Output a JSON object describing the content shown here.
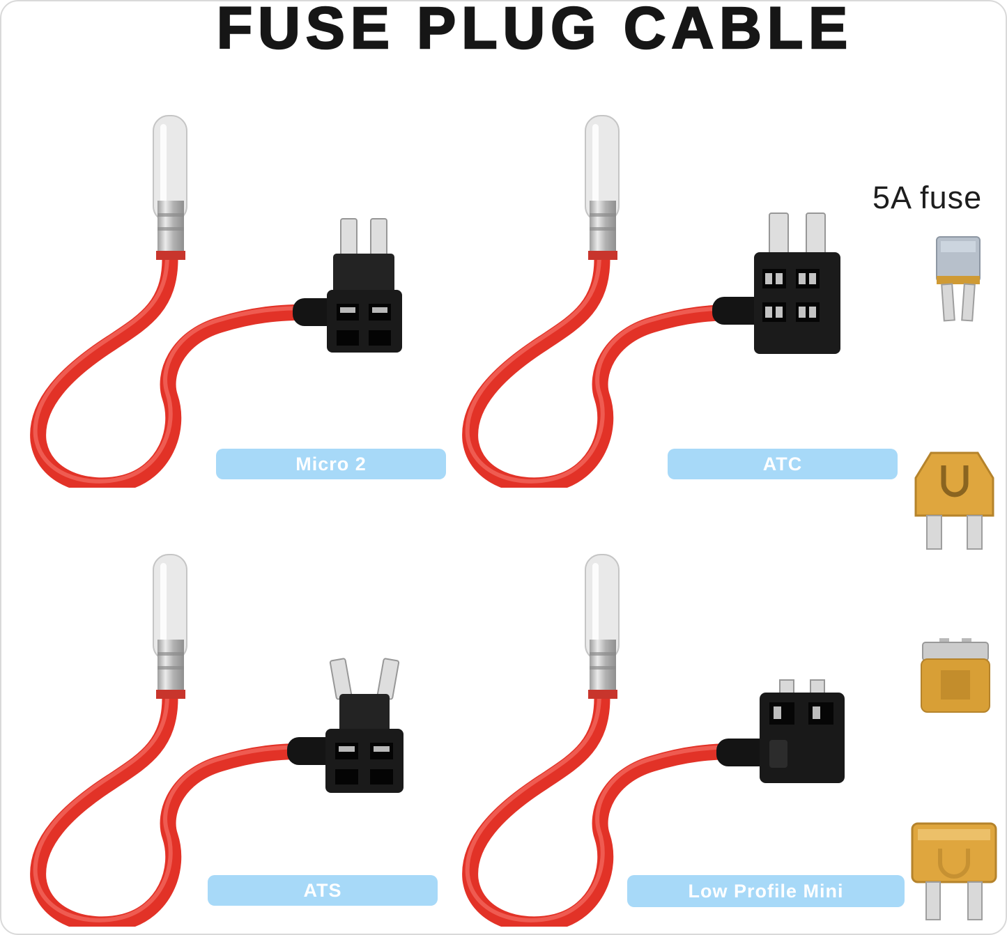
{
  "title": "FUSE PLUG CABLE",
  "fuse_section": {
    "label": "5A fuse"
  },
  "products": [
    {
      "id": "micro2",
      "label": "Micro 2"
    },
    {
      "id": "atc",
      "label": "ATC"
    },
    {
      "id": "ats",
      "label": "ATS"
    },
    {
      "id": "low-profile-mini",
      "label": "Low Profile Mini"
    }
  ],
  "colors": {
    "label_background": "#a7d9f8",
    "label_text": "#ffffff",
    "title_text": "#161616",
    "cable_red": "#e23227",
    "connector_black": "#1a1a1a",
    "terminal_silver": "#c9c9c9",
    "fuse_body_tan": "#dfa63e",
    "fuse_body_blue": "#b7c0cb"
  }
}
